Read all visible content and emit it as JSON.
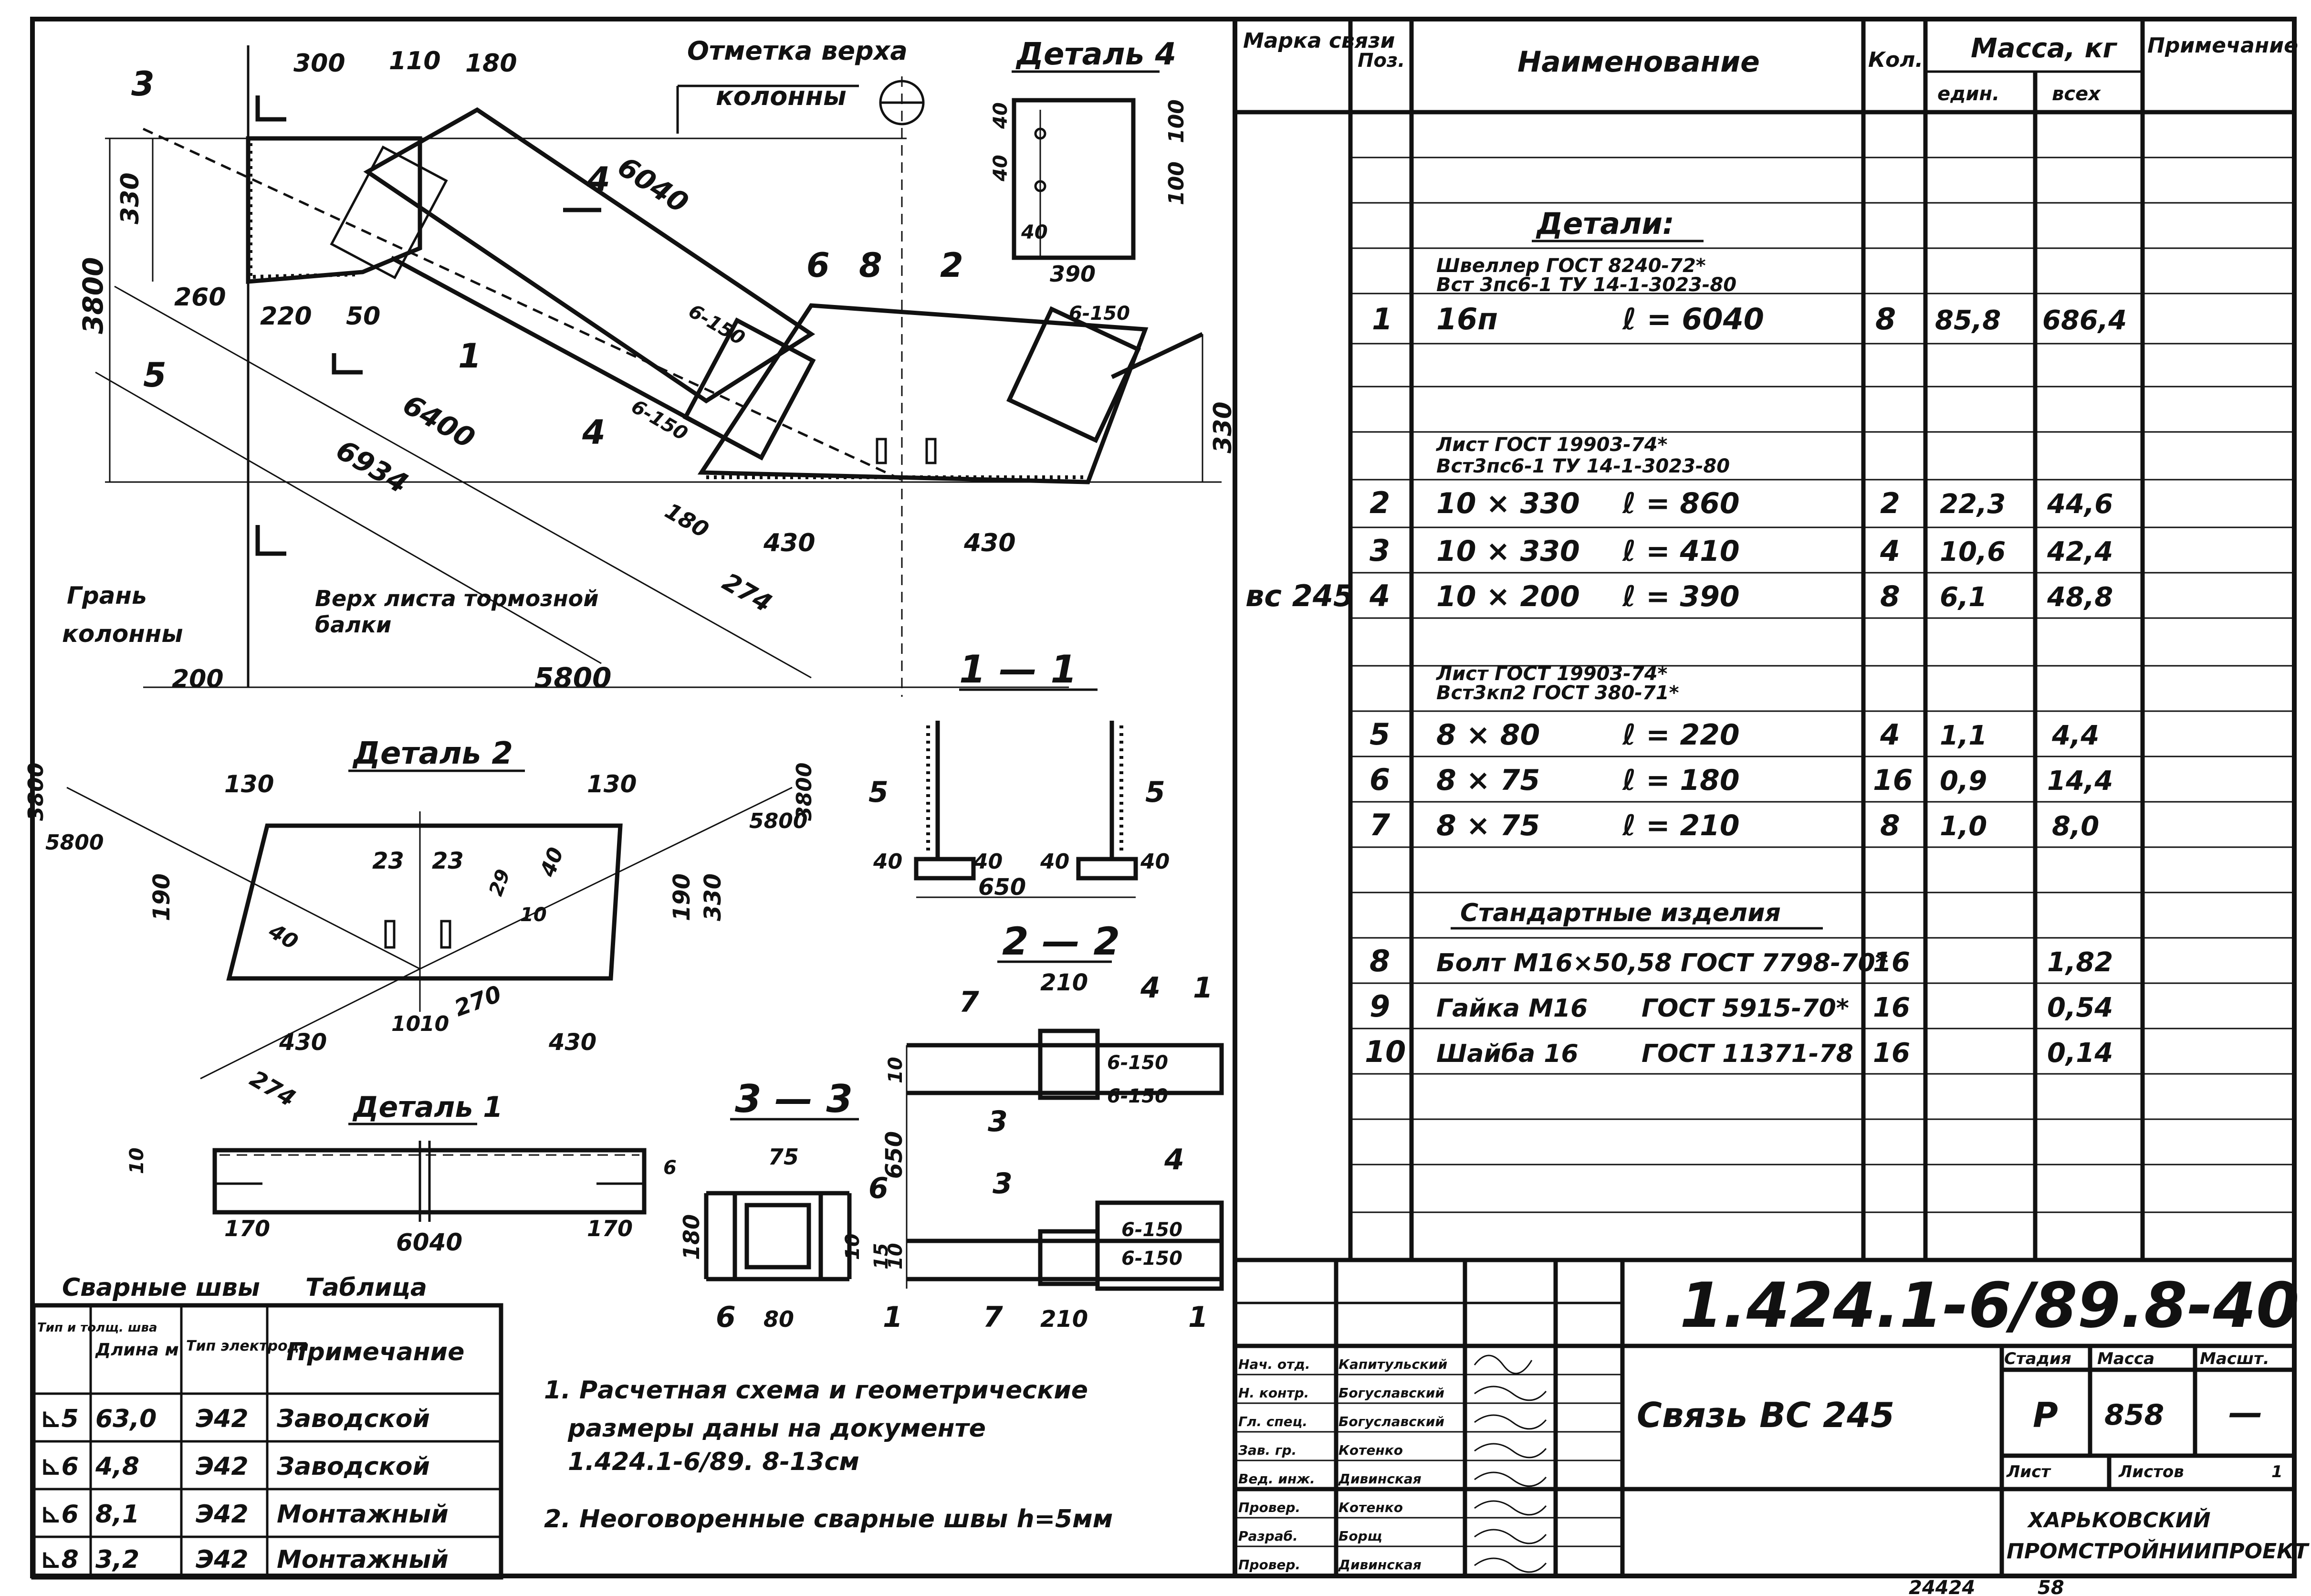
{
  "drawing": {
    "top_note_1": "Отметка верха",
    "top_note_2": "колонны",
    "face_1": "Грань",
    "face_2": "колонны",
    "beam_1": "Верх листа тормозной",
    "beam_2": "балки",
    "detail4": "Деталь 4",
    "detail2": "Деталь 2",
    "detail1": "Деталь 1",
    "sec11": "1 — 1",
    "sec22": "2 — 2",
    "sec33": "3 — 3",
    "dims": {
      "d300": "300",
      "d110": "110",
      "d180": "180",
      "d6040": "6040",
      "d330": "330",
      "d3800": "3800",
      "d260": "260",
      "d220": "220",
      "d50": "50",
      "d6400": "6400",
      "d6934": "6934",
      "d200": "200",
      "d5800": "5800",
      "d274": "274",
      "d430": "430",
      "d180b": "180",
      "d6150": "6-150",
      "d390": "390",
      "d100": "100",
      "d40": "40",
      "d650": "650",
      "d130": "130",
      "d190": "190",
      "d23": "23",
      "d10": "10",
      "d270": "270",
      "d75": "75",
      "d80": "80",
      "d210": "210",
      "d15": "15",
      "d6": "6",
      "d170": "170",
      "d29": "29"
    },
    "marks": {
      "m1": "1",
      "m2": "2",
      "m3": "3",
      "m4": "4",
      "m5": "5",
      "m6": "6",
      "m7": "7",
      "m8": "8"
    }
  },
  "weld_table": {
    "title": "Сварные швы",
    "subtitle": "Таблица",
    "headers": [
      "Тип и толщ. шва",
      "Длина м",
      "Тип электрода",
      "Примечание"
    ],
    "rows": [
      [
        "⊾5",
        "63,0",
        "Э42",
        "Заводской"
      ],
      [
        "⊾6",
        "4,8",
        "Э42",
        "Заводской"
      ],
      [
        "⊾6",
        "8,1",
        "Э42",
        "Монтажный"
      ],
      [
        "⊾8",
        "3,2",
        "Э42",
        "Монтажный"
      ]
    ]
  },
  "notes": {
    "n1a": "1. Расчетная схема и геометрические",
    "n1b": "размеры даны на документе",
    "n1c": "1.424.1-6/89. 8-13см",
    "n2": "2. Неоговоренные сварные швы h=5мм"
  },
  "spec": {
    "headers": {
      "mark": "Марка связи",
      "pos": "Поз.",
      "name": "Наименование",
      "qty": "Кол.",
      "mass": "Масса, кг",
      "unit": "един.",
      "total": "всех",
      "note": "Примечание"
    },
    "mark_value": "вс 245",
    "section_details": "Детали:",
    "mat1a": "Швеллер   ГОСТ 8240-72*",
    "mat1b": "Вст 3пс6-1  ТУ 14-1-3023-80",
    "mat2a": "Лист     ГОСТ 19903-74*",
    "mat2b": "Вст3пс6-1  ТУ 14-1-3023-80",
    "mat3a": "Лист     ГОСТ 19903-74*",
    "mat3b": "Вст3кп2    ГОСТ 380-71*",
    "section_std": "Стандартные изделия",
    "rows": [
      {
        "pos": "1",
        "name": "16п",
        "len": "ℓ = 6040",
        "qty": "8",
        "unit": "85,8",
        "total": "686,4"
      },
      {
        "pos": "2",
        "name": "10 × 330",
        "len": "ℓ = 860",
        "qty": "2",
        "unit": "22,3",
        "total": "44,6"
      },
      {
        "pos": "3",
        "name": "10 × 330",
        "len": "ℓ = 410",
        "qty": "4",
        "unit": "10,6",
        "total": "42,4"
      },
      {
        "pos": "4",
        "name": "10 × 200",
        "len": "ℓ = 390",
        "qty": "8",
        "unit": "6,1",
        "total": "48,8"
      },
      {
        "pos": "5",
        "name": "8 × 80",
        "len": "ℓ = 220",
        "qty": "4",
        "unit": "1,1",
        "total": "4,4"
      },
      {
        "pos": "6",
        "name": "8 × 75",
        "len": "ℓ = 180",
        "qty": "16",
        "unit": "0,9",
        "total": "14,4"
      },
      {
        "pos": "7",
        "name": "8 × 75",
        "len": "ℓ = 210",
        "qty": "8",
        "unit": "1,0",
        "total": "8,0"
      },
      {
        "pos": "8",
        "name": "Болт М16×50,58  ГОСТ 7798-70*",
        "len": "",
        "qty": "16",
        "unit": "",
        "total": "1,82"
      },
      {
        "pos": "9",
        "name": "Гайка М16",
        "len": "ГОСТ 5915-70*",
        "qty": "16",
        "unit": "",
        "total": "0,54"
      },
      {
        "pos": "10",
        "name": "Шайба 16",
        "len": "ГОСТ 11371-78",
        "qty": "16",
        "unit": "",
        "total": "0,14"
      }
    ]
  },
  "title_block": {
    "doc_code": "1.424.1-6/89.8-40",
    "title": "Связь ВС 245",
    "stage_label": "Стадия",
    "mass_label": "Масса",
    "scale_label": "Масшт.",
    "stage": "Р",
    "mass": "858",
    "scale": "—",
    "sheet_label": "Лист",
    "sheets_label": "Листов",
    "sheets": "1",
    "org1": "ХАРЬКОВСКИЙ",
    "org2": "ПРОМСТРОЙНИИПРОЕКТ",
    "people": [
      {
        "role": "Нач. отд.",
        "name": "Капитульский"
      },
      {
        "role": "Н. контр.",
        "name": "Богуславский"
      },
      {
        "role": "Гл. спец.",
        "name": "Богуславский"
      },
      {
        "role": "Зав. гр.",
        "name": "Котенко"
      },
      {
        "role": "Вед. инж.",
        "name": "Дивинская"
      },
      {
        "role": "Провер.",
        "name": "Котенко"
      },
      {
        "role": "Разраб.",
        "name": "Борщ"
      },
      {
        "role": "Провер.",
        "name": "Дивинская"
      }
    ],
    "bottom_stamp_1": "24424",
    "bottom_stamp_2": "58"
  }
}
